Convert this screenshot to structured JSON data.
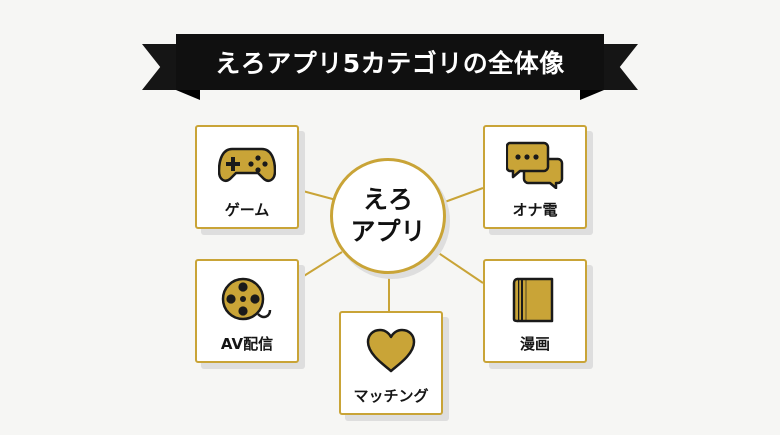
{
  "banner": {
    "title": "えろアプリ5カテゴリの全体像"
  },
  "hub": {
    "line1": "えろ",
    "line2": "アプリ"
  },
  "categories": [
    {
      "label": "ゲーム",
      "icon": "gamepad-icon"
    },
    {
      "label": "AV配信",
      "icon": "film-reel-icon"
    },
    {
      "label": "マッチング",
      "icon": "heart-icon"
    },
    {
      "label": "オナ電",
      "icon": "chat-bubbles-icon"
    },
    {
      "label": "漫画",
      "icon": "book-icon"
    }
  ],
  "colors": {
    "accent": "#c9a437",
    "icon_fill": "#c9a437",
    "banner_bg": "#101010",
    "banner_text": "#ffffff",
    "background": "#f6f6f4"
  }
}
